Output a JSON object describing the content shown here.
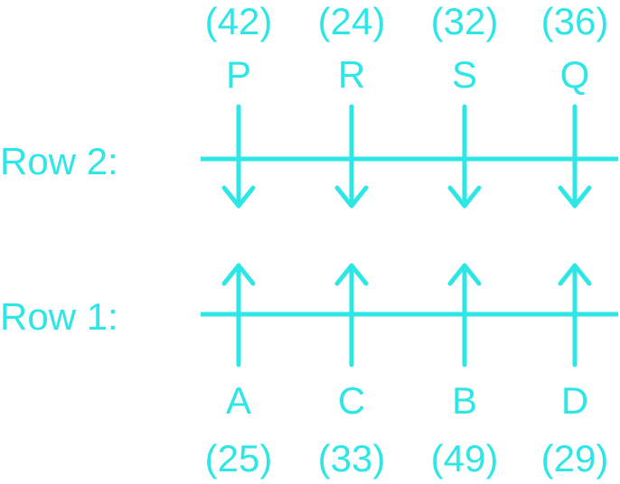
{
  "colors": {
    "accent": "#2ee6e6",
    "background": "#ffffff"
  },
  "rows": [
    {
      "label": "Row 2:",
      "arrow_direction": "down",
      "people": [
        {
          "letter": "P",
          "value": "(42)"
        },
        {
          "letter": "R",
          "value": "(24)"
        },
        {
          "letter": "S",
          "value": "(32)"
        },
        {
          "letter": "Q",
          "value": "(36)"
        }
      ]
    },
    {
      "label": "Row 1:",
      "arrow_direction": "up",
      "people": [
        {
          "letter": "A",
          "value": "(25)"
        },
        {
          "letter": "C",
          "value": "(33)"
        },
        {
          "letter": "B",
          "value": "(49)"
        },
        {
          "letter": "D",
          "value": "(29)"
        }
      ]
    }
  ]
}
